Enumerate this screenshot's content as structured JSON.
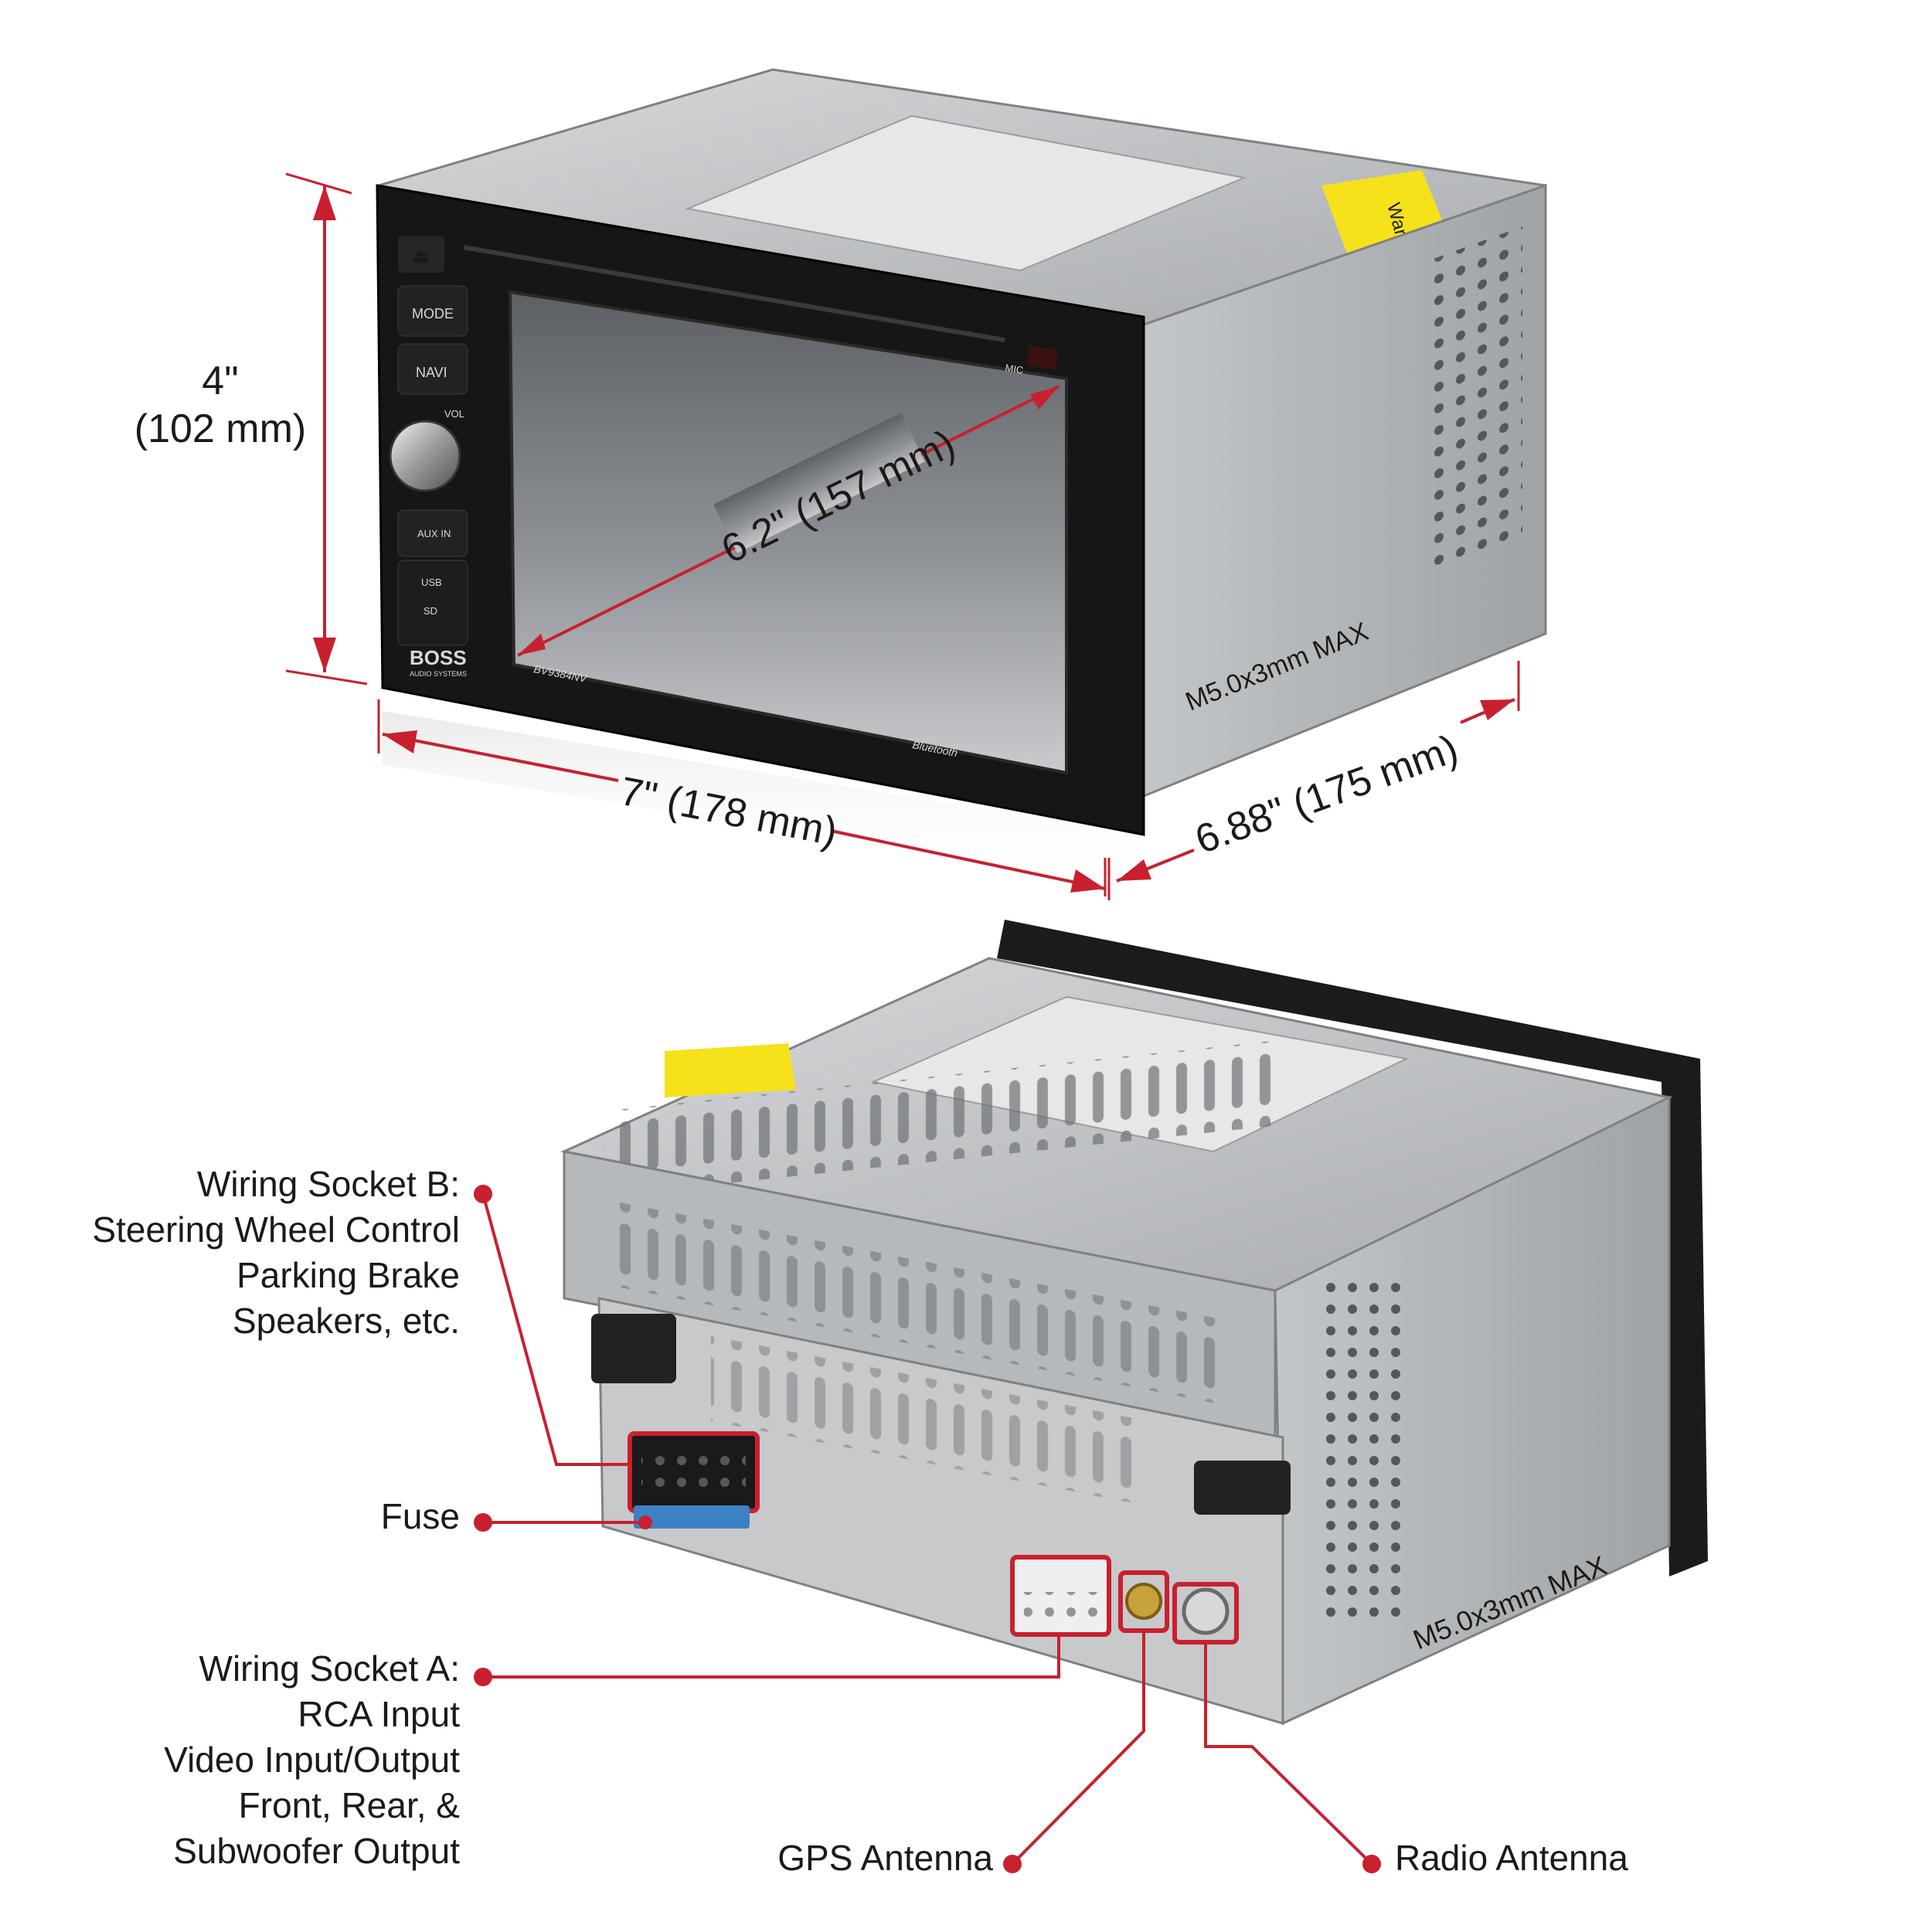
{
  "dimensions": {
    "height_in": "4\"",
    "height_mm": "(102 mm)",
    "width": "7\" (178 mm)",
    "depth": "6.88\" (175 mm)",
    "diagonal": "6.2\" (157 mm)"
  },
  "front_panel": {
    "mode": "MODE",
    "navi": "NAVI",
    "vol": "VOL",
    "aux": "AUX IN",
    "usb": "USB",
    "sd": "SD",
    "mic": "MIC",
    "brand": "BOSS",
    "brand_sub": "AUDIO SYSTEMS",
    "model": "BV9384NV",
    "bluetooth": "Bluetooth"
  },
  "side_text": "M5.0x3mm MAX",
  "warranty_label": "Warranty Label",
  "callouts": {
    "socket_b": [
      "Wiring Socket B:",
      "Steering Wheel Control",
      "Parking Brake",
      "Speakers, etc."
    ],
    "fuse": "Fuse",
    "socket_a": [
      "Wiring Socket A:",
      "RCA Input",
      "Video Input/Output",
      "Front, Rear, &",
      "Subwoofer Output"
    ],
    "gps": "GPS Antenna",
    "radio": "Radio Antenna"
  },
  "colors": {
    "accent_red": "#c8202f",
    "chassis_metal": "#b9bcbe",
    "bezel_black": "#161616",
    "warranty_yellow": "#f5e21a"
  }
}
